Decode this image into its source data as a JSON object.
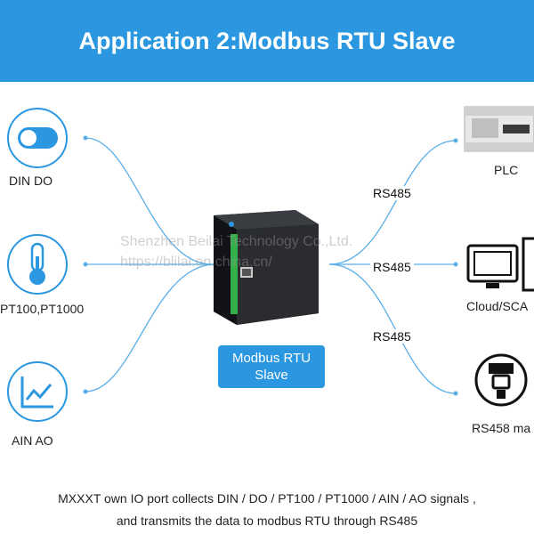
{
  "header": {
    "title": "Application 2:Modbus RTU Slave"
  },
  "inputs": [
    {
      "label": "DIN DO",
      "icon": "toggle-icon"
    },
    {
      "label": "PT100,PT1000",
      "icon": "thermometer-icon"
    },
    {
      "label": "AIN AO",
      "icon": "analog-chart-icon"
    }
  ],
  "outputs": [
    {
      "label": "PLC",
      "icon": "plc-icon"
    },
    {
      "label": "Cloud/SCA",
      "icon": "computer-icon"
    },
    {
      "label": "RS458 ma",
      "icon": "serial-port-icon"
    }
  ],
  "links": [
    "RS485",
    "RS485",
    "RS485"
  ],
  "device": {
    "label_line1": "Modbus RTU",
    "label_line2": "Slave"
  },
  "watermark": {
    "line1": "Shenzhen Beilai Technology Co.,Ltd.",
    "line2": "https://blilai.en.china.cn/"
  },
  "footer": {
    "line1": "MXXXT own IO port collects DIN / DO / PT100 / PT1000 / AIN / AO signals ,",
    "line2": "and transmits the data to modbus RTU through RS485"
  },
  "colors": {
    "accent": "#2a97e0",
    "line": "#5aaee8",
    "icon": "#2a97e0"
  }
}
